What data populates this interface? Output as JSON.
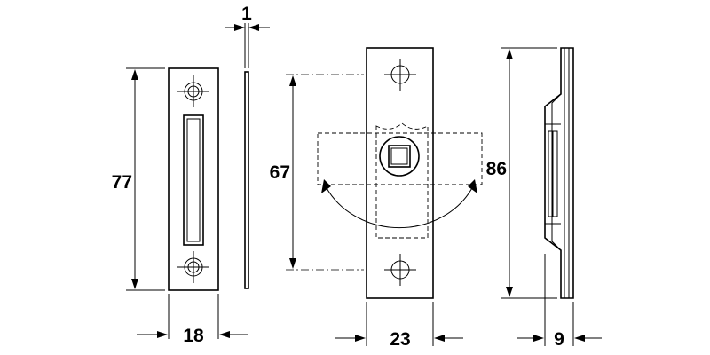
{
  "dimensions": {
    "strike_plate_height": "77",
    "strike_plate_width": "18",
    "strike_plate_thickness": "1",
    "hole_spacing": "67",
    "latch_plate_width": "23",
    "latch_height": "86",
    "latch_depth": "9"
  }
}
